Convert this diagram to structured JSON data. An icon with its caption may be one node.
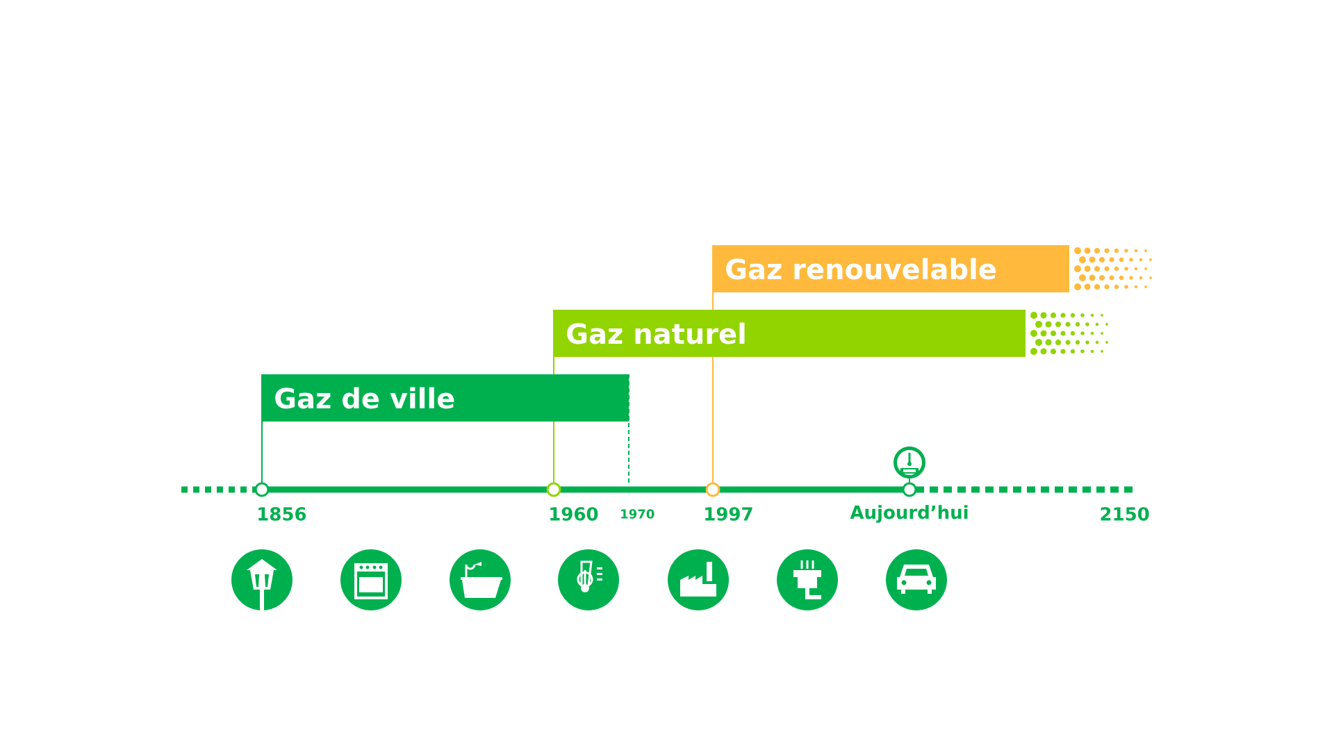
{
  "diagram": {
    "nodes": [
      {
        "text": [
          "Gaz renouvelable"
        ]
      },
      {
        "text": [
          "Gaz naturel"
        ]
      },
      {
        "text": [
          "Gaz de ville"
        ]
      }
    ],
    "labels": [
      "1856",
      "1960",
      "1970",
      "1997",
      "Aujourd’hui",
      "2150"
    ]
  }
}
